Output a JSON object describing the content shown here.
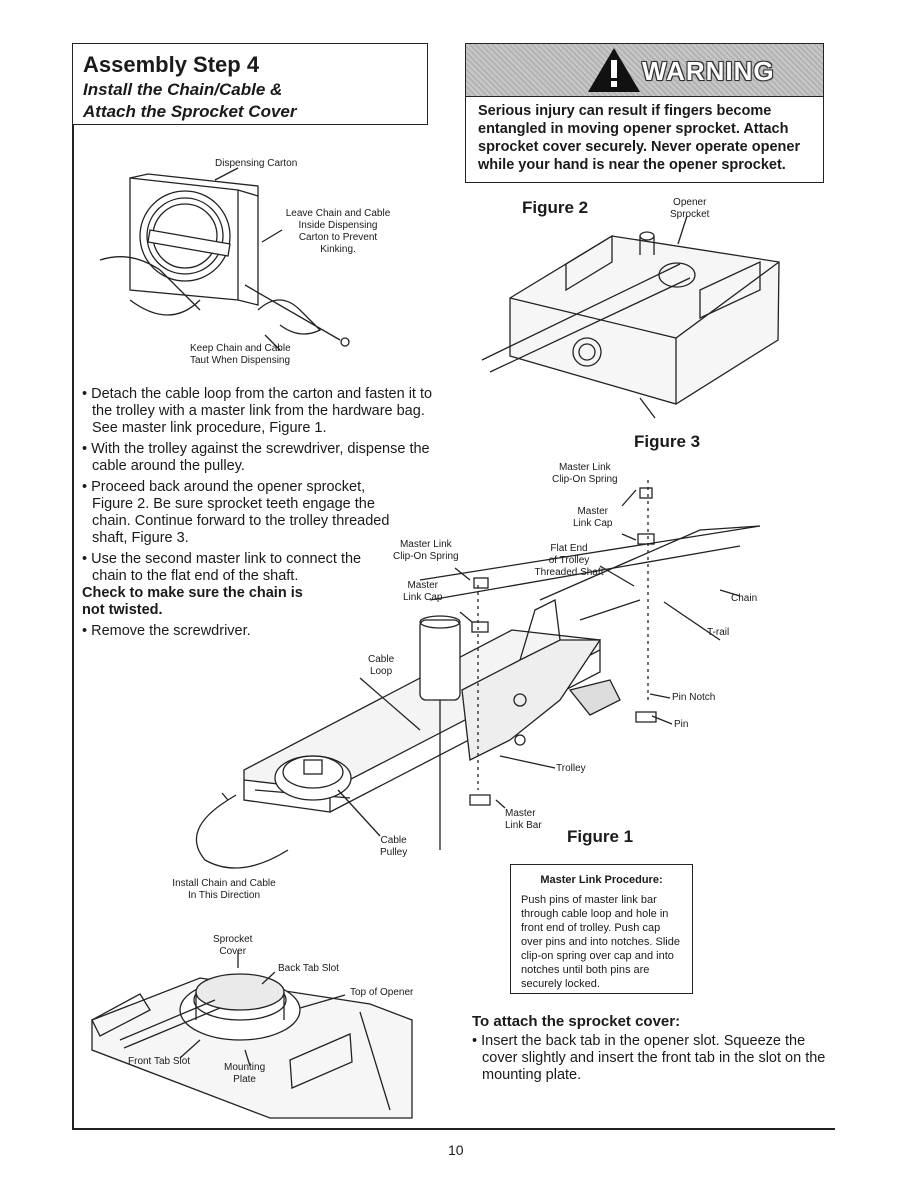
{
  "header": {
    "title": "Assembly Step 4",
    "subtitle_line1": "Install the Chain/Cable &",
    "subtitle_line2": "Attach the Sprocket Cover"
  },
  "warning": {
    "banner": "WARNING",
    "text": "Serious injury can result if fingers become entangled in moving opener sprocket. Attach sprocket cover securely. Never operate opener while your hand is near the opener sprocket."
  },
  "carton_figure": {
    "label_carton": "Dispensing Carton",
    "label_leave_1": "Leave Chain and Cable",
    "label_leave_2": "Inside Dispensing",
    "label_leave_3": "Carton to Prevent Kinking.",
    "label_keep_1": "Keep Chain and Cable",
    "label_keep_2": "Taut When Dispensing"
  },
  "figure2": {
    "title": "Figure 2",
    "label_opener_1": "Opener",
    "label_opener_2": "Sprocket"
  },
  "figure3": {
    "title": "Figure 3",
    "master_link_1": "Master Link",
    "master_link_2": "Clip-On Spring",
    "master_cap_1": "Master",
    "master_cap_2": "Link Cap",
    "flat_end_1": "Flat End",
    "flat_end_2": "of Trolley",
    "flat_end_3": "Threaded Shaft",
    "chain": "Chain",
    "trail": "T-rail"
  },
  "figure1": {
    "title": "Figure 1",
    "clip_1": "Master Link",
    "clip_2": "Clip-On Spring",
    "cap_1": "Master",
    "cap_2": "Link Cap",
    "cable_loop_1": "Cable",
    "cable_loop_2": "Loop",
    "pin_notch": "Pin Notch",
    "pin": "Pin",
    "trolley": "Trolley",
    "bar_1": "Master",
    "bar_2": "Link Bar",
    "pulley_1": "Cable",
    "pulley_2": "Pulley",
    "direction_1": "Install Chain and Cable",
    "direction_2": "In This Direction"
  },
  "instructions": [
    "• Detach the cable loop from the carton and fasten it to the trolley with a master link from the hardware bag. See master link procedure, Figure 1.",
    "• With the trolley against the screwdriver, dispense the cable around the pulley.",
    "• Proceed back around the opener sprocket, Figure 2. Be sure sprocket teeth engage the chain. Continue forward to the trolley threaded shaft, Figure 3.",
    "• Use the second master link to connect the chain to the flat end of the shaft."
  ],
  "instruction_bold_1": "Check to make sure the chain is",
  "instruction_bold_2": "not twisted.",
  "instruction_last": "• Remove the screwdriver.",
  "procedure": {
    "title": "Master Link Procedure:",
    "text": "Push pins of master link bar through cable loop and hole in front end of trolley. Push cap over pins and into notches. Slide clip-on spring over cap and into notches until both pins are securely locked."
  },
  "cover_figure": {
    "sprocket_cover_1": "Sprocket",
    "sprocket_cover_2": "Cover",
    "back_tab": "Back Tab Slot",
    "top_opener": "Top of Opener",
    "front_tab": "Front Tab Slot",
    "mounting_1": "Mounting",
    "mounting_2": "Plate"
  },
  "cover_instructions": {
    "heading": "To attach the sprocket cover:",
    "text": "• Insert the back tab in the opener slot. Squeeze the cover slightly and insert the front tab in the slot on the mounting plate."
  },
  "page_number": "10"
}
